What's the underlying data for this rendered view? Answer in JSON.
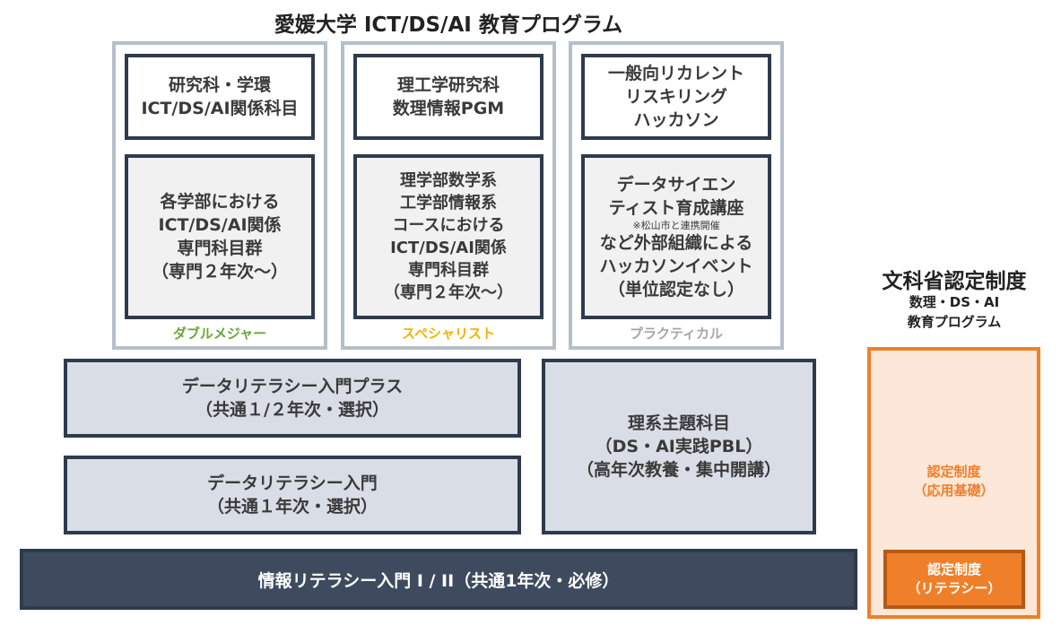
{
  "title": "愛媛大学 ICT/DS/AI 教育プログラム",
  "columns": [
    {
      "top_box": "研究科・学環\nICT/DS/AI関係科目",
      "bottom_box": "各学部における\nICT/DS/AI関係\n専門科目群\n（専門２年次〜）",
      "label": "ダブルメジャー",
      "label_color": "#6ea53a"
    },
    {
      "top_box": "理工学研究科\n数理情報PGM",
      "bottom_box": "理学部数学系\n工学部情報系\nコースにおける\nICT/DS/AI関係\n専門科目群\n（専門２年次〜）",
      "label": "スペシャリスト",
      "label_color": "#f0b400"
    },
    {
      "top_box": "一般向リカレント\nリスキリング\nハッカソン",
      "bottom_box_line1": "データサイエン\nティスト育成講座",
      "bottom_box_note": "※松山市と連携開催",
      "bottom_box_line2": "など外部組織による\nハッカソンイベント\n（単位認定なし）",
      "label": "プラクティカル",
      "label_color": "#a6a6a6"
    }
  ],
  "literacy_plus": "データリテラシー入門プラス\n（共通１/２年次・選択）",
  "literacy": "データリテラシー入門\n（共通１年次・選択）",
  "science_theme": "理系主題科目\n（DS・AI実践PBL）\n（高年次教養・集中開講）",
  "info_literacy": "情報リテラシー入門 I / II（共通1年次・必修）",
  "mext": {
    "title": "文科省認定制度",
    "subtitle_line1": "数理・DS・AI",
    "subtitle_line2": "教育プログラム",
    "applied": "認定制度\n（応用基礎）",
    "literacy_level": "認定制度\n（リテラシー）"
  }
}
